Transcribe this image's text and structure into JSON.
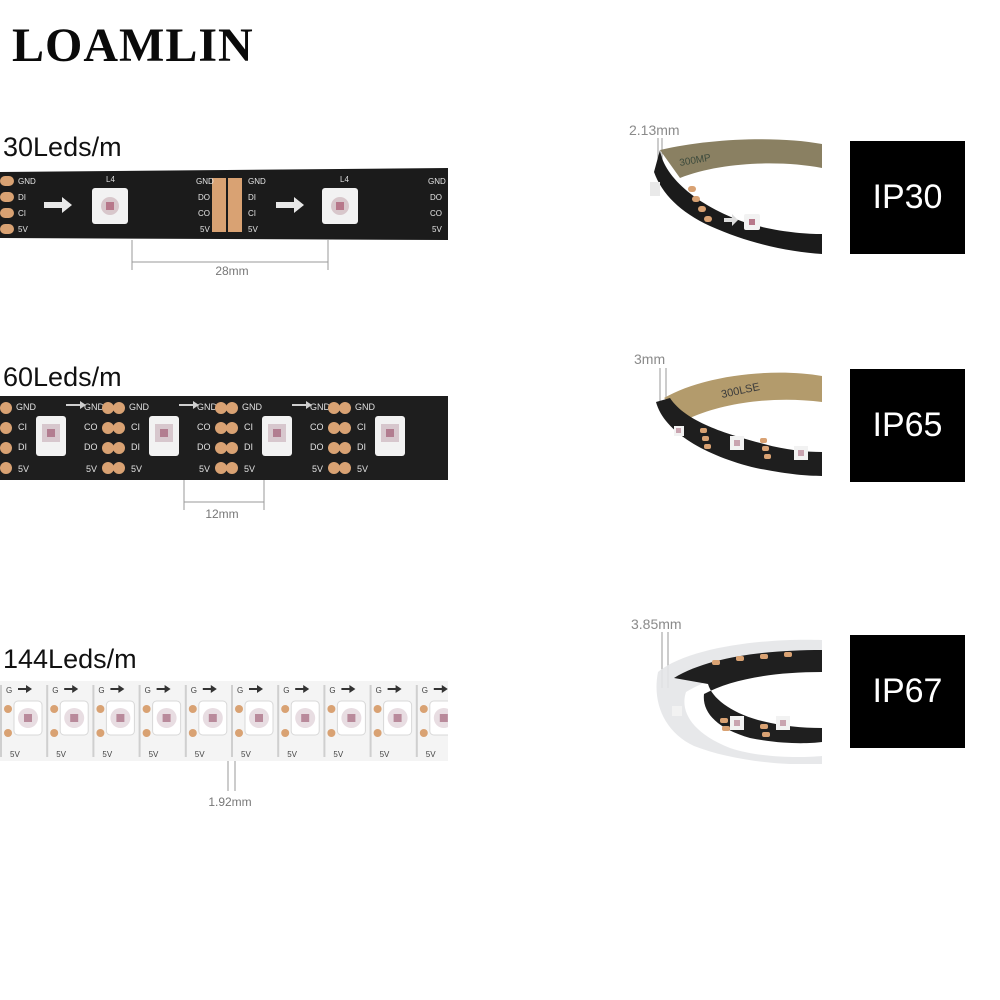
{
  "brand": {
    "name": "LOAMLIN"
  },
  "rows": [
    {
      "density": "30Leds/m",
      "spacing": "28mm",
      "thickness": "2.13mm",
      "ip": "IP30",
      "pads_left": [
        "GND",
        "DI",
        "CI",
        "5V"
      ],
      "pads_right": [
        "GND",
        "DO",
        "CO",
        "5V"
      ],
      "chip_label": "L4",
      "side_text": "300MP",
      "pcb_color": "#1b1b1b"
    },
    {
      "density": "60Leds/m",
      "spacing": "12mm",
      "thickness": "3mm",
      "ip": "IP65",
      "pads_left": [
        "GND",
        "CI",
        "DI",
        "5V"
      ],
      "pads_right": [
        "GND",
        "CO",
        "DO",
        "5V"
      ],
      "side_text": "300LSE",
      "pcb_color": "#1e1e1e"
    },
    {
      "density": "144Leds/m",
      "spacing": "1.92mm",
      "thickness": "3.85mm",
      "ip": "IP67",
      "pad_top": "G",
      "pad_bottom": "5V",
      "pcb_color": "#f4f4f4"
    }
  ],
  "colors": {
    "copper": "#d9a273",
    "led_body": "#f2f2f2",
    "ip_bg": "#000000"
  }
}
